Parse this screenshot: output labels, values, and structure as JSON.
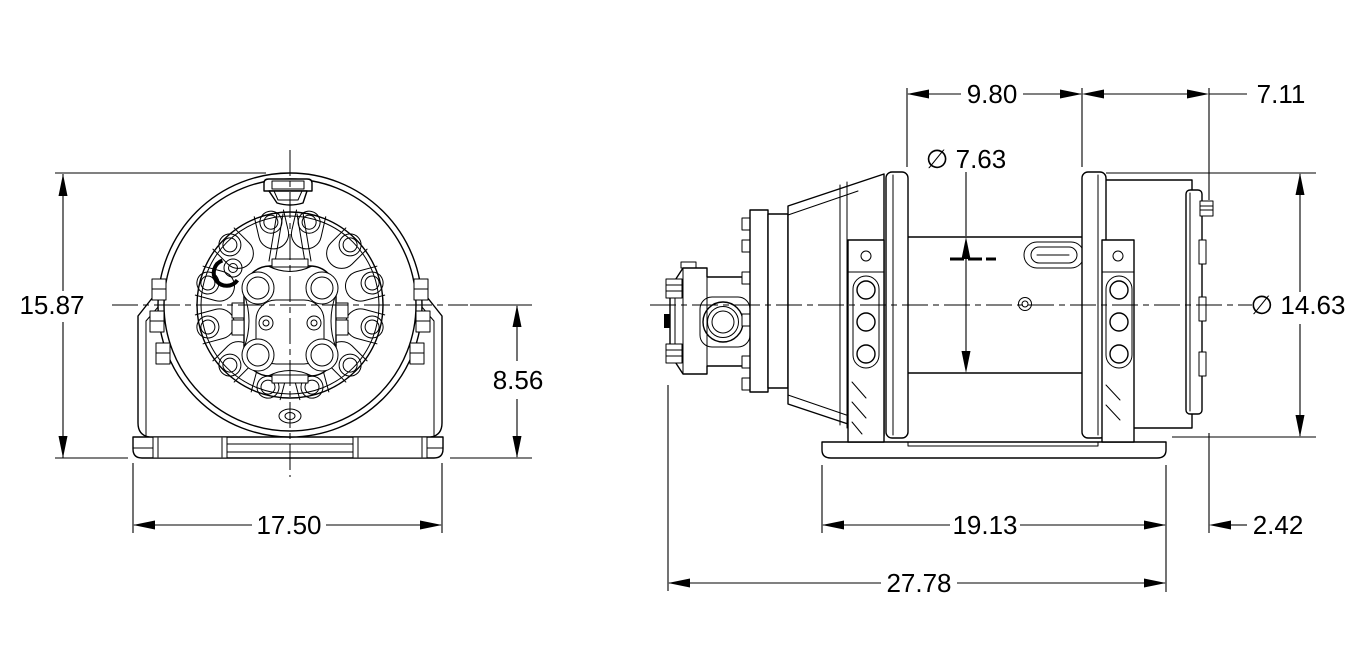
{
  "colors": {
    "background": "#ffffff",
    "lines": "#000000",
    "text": "#000000"
  },
  "front_view": {
    "overall_height": "15.87",
    "centerline_height": "8.56",
    "base_width": "17.50"
  },
  "side_view": {
    "drum_length": "9.80",
    "end_section_length": "7.11",
    "drum_diameter": "∅ 7.63",
    "flange_diameter": "∅ 14.63",
    "base_length": "19.13",
    "end_overhang": "2.42",
    "overall_length": "27.78"
  }
}
